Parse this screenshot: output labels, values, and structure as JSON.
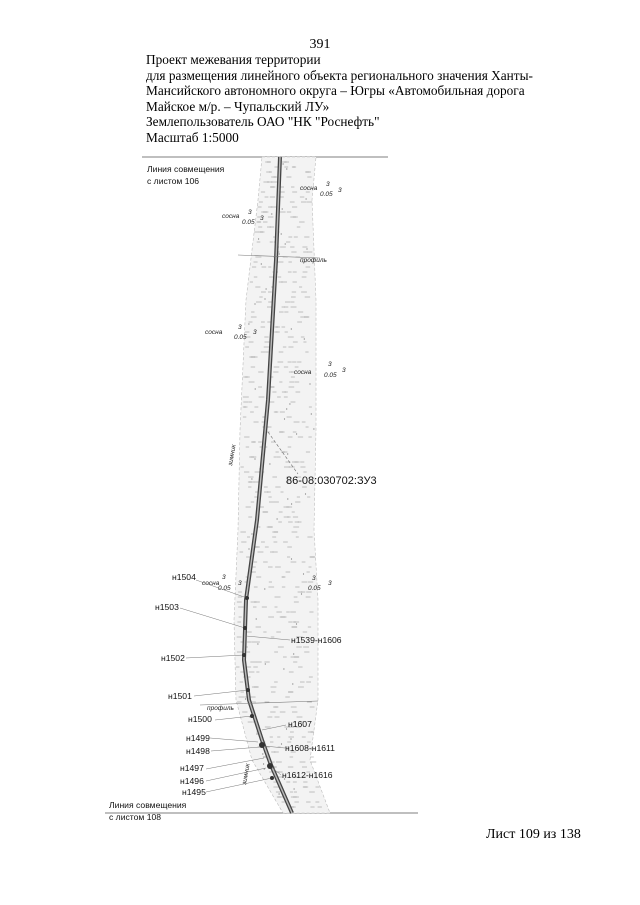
{
  "page_number": "391",
  "header": {
    "lines": [
      "Проект межевания территории",
      "для размещения линейного объекта регионального значения Ханты-",
      "Мансийского автономного округа – Югры  «Автомобильная дорога",
      "Майское м/р. – Чупальский ЛУ»",
      "Землепользователь ОАО \"НК \"Роснефть\"",
      "Масштаб 1:5000"
    ]
  },
  "map": {
    "match_line_top": [
      "Линия совмещения",
      "с листом 106"
    ],
    "match_line_bottom": [
      "Линия совмещения",
      "с листом 108"
    ],
    "parcel_label": "86-08:030702:ЗУ3",
    "vegetation_labels": [
      {
        "text": "сосна",
        "frac": "3",
        "sub": "0.05",
        "exp": "3"
      },
      {
        "text": "сосна",
        "frac": "3",
        "sub": "0.05",
        "exp": "3"
      },
      {
        "text": "сосна",
        "frac": "3",
        "sub": "0.05",
        "exp": "3"
      },
      {
        "text": "сосна",
        "frac": "3",
        "sub": "0.05",
        "exp": "3"
      },
      {
        "text": "сосна",
        "frac": "3",
        "sub": "0.05",
        "exp": "3"
      },
      {
        "text": "",
        "frac": "3",
        "sub": "0.05",
        "exp": "3"
      }
    ],
    "profile_labels": [
      "профиль",
      "профиль"
    ],
    "vertical_labels": [
      "зимник",
      "зимник"
    ],
    "points": [
      "н1504",
      "н1503",
      "н1539-н1606",
      "н1502",
      "н1501",
      "н1500",
      "н1607",
      "н1499",
      "н1498",
      "н1608-н1611",
      "н1497",
      "н1496",
      "н1612-н1616",
      "н1495"
    ]
  },
  "footer": "Лист 109 из 138"
}
